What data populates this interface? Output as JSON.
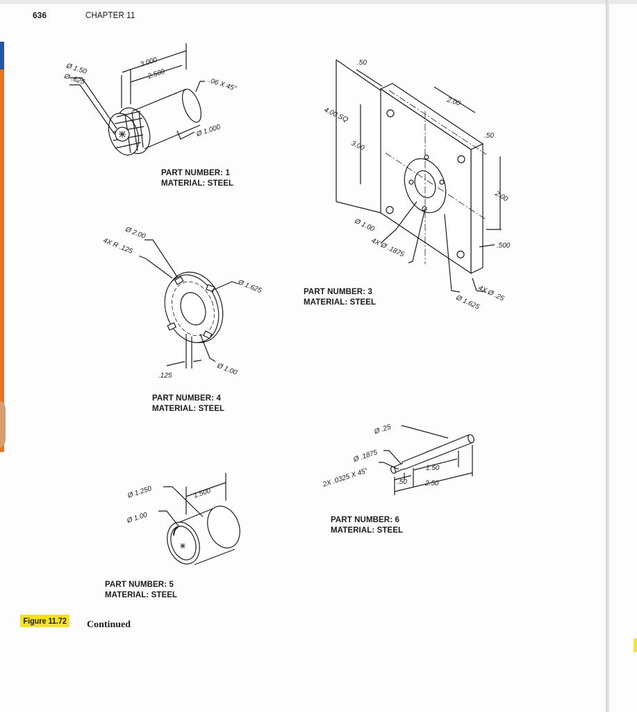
{
  "header": {
    "page_number": "636",
    "chapter": "CHAPTER 11"
  },
  "figure": {
    "label": "Figure 11.72",
    "caption": "Continued"
  },
  "parts": [
    {
      "part": "PART NUMBER: 1",
      "material": "MATERIAL: STEEL",
      "dims": {
        "len_total": "3.000",
        "len_inner": "2.500",
        "chamfer": ".06 X 45°",
        "dia_knurl": "Ø 1.50",
        "dia_hole": "Ø .625",
        "dia_shaft": "Ø 1.000"
      }
    },
    {
      "part": "PART NUMBER: 3",
      "material": "MATERIAL: STEEL",
      "dims": {
        "thickness": ".50",
        "square": "4.00 SQ",
        "bolt_spacing": "3.00",
        "top_offset": "2.00",
        "right_offset": ".50",
        "right_height": "2.00",
        "bottom_offset": ".500",
        "hole_4x": "4X Ø .25",
        "circle": "Ø 1.625",
        "center_hole": "Ø 1.00",
        "small_holes": "4X Ø .1875"
      }
    },
    {
      "part": "PART NUMBER: 4",
      "material": "MATERIAL: STEEL",
      "dims": {
        "outer": "Ø 2.00",
        "notch_r": "4X R .125",
        "bolt": "Ø 1.625",
        "inner": "Ø 1.00",
        "thickness": ".125"
      }
    },
    {
      "part": "PART NUMBER: 5",
      "material": "MATERIAL: STEEL",
      "dims": {
        "outer": "Ø 1.250",
        "inner": "Ø 1.00",
        "length": "1.500"
      }
    },
    {
      "part": "PART NUMBER: 6",
      "material": "MATERIAL: STEEL",
      "dims": {
        "big": "Ø .25",
        "small": "Ø .1875",
        "chamfer": "2X .0325 X 45°",
        "short": ".50",
        "mid": "1.50",
        "total": "2.50"
      }
    }
  ]
}
